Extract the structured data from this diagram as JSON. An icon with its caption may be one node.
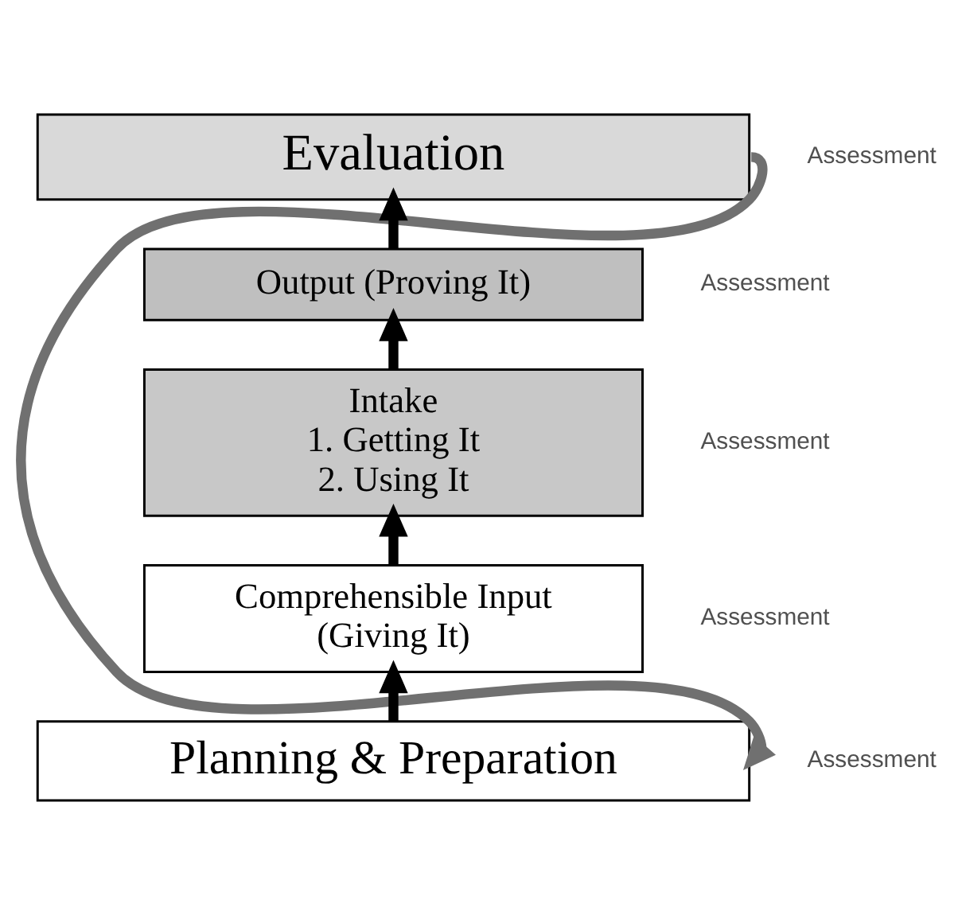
{
  "diagram": {
    "nodes": [
      {
        "text": [
          "Evaluation"
        ]
      },
      {
        "text": [
          "Output (Proving It)"
        ]
      },
      {
        "text": [
          "Intake",
          "1. Getting It",
          "2. Using It"
        ]
      },
      {
        "text": [
          "Comprehensible Input",
          "(Giving It)"
        ]
      },
      {
        "text": [
          "Planning & Preparation"
        ]
      }
    ],
    "edges": [
      {
        "from": 4,
        "to": 3,
        "arrow": "to"
      },
      {
        "from": 3,
        "to": 2,
        "arrow": "to"
      },
      {
        "from": 2,
        "to": 1,
        "arrow": "to"
      },
      {
        "from": 1,
        "to": 0,
        "arrow": "to"
      },
      {
        "from": 0,
        "to": 4,
        "arrow": "to",
        "color": "#707070"
      }
    ],
    "labels": [
      "Assessment",
      "Assessment",
      "Assessment",
      "Assessment",
      "Assessment"
    ]
  }
}
